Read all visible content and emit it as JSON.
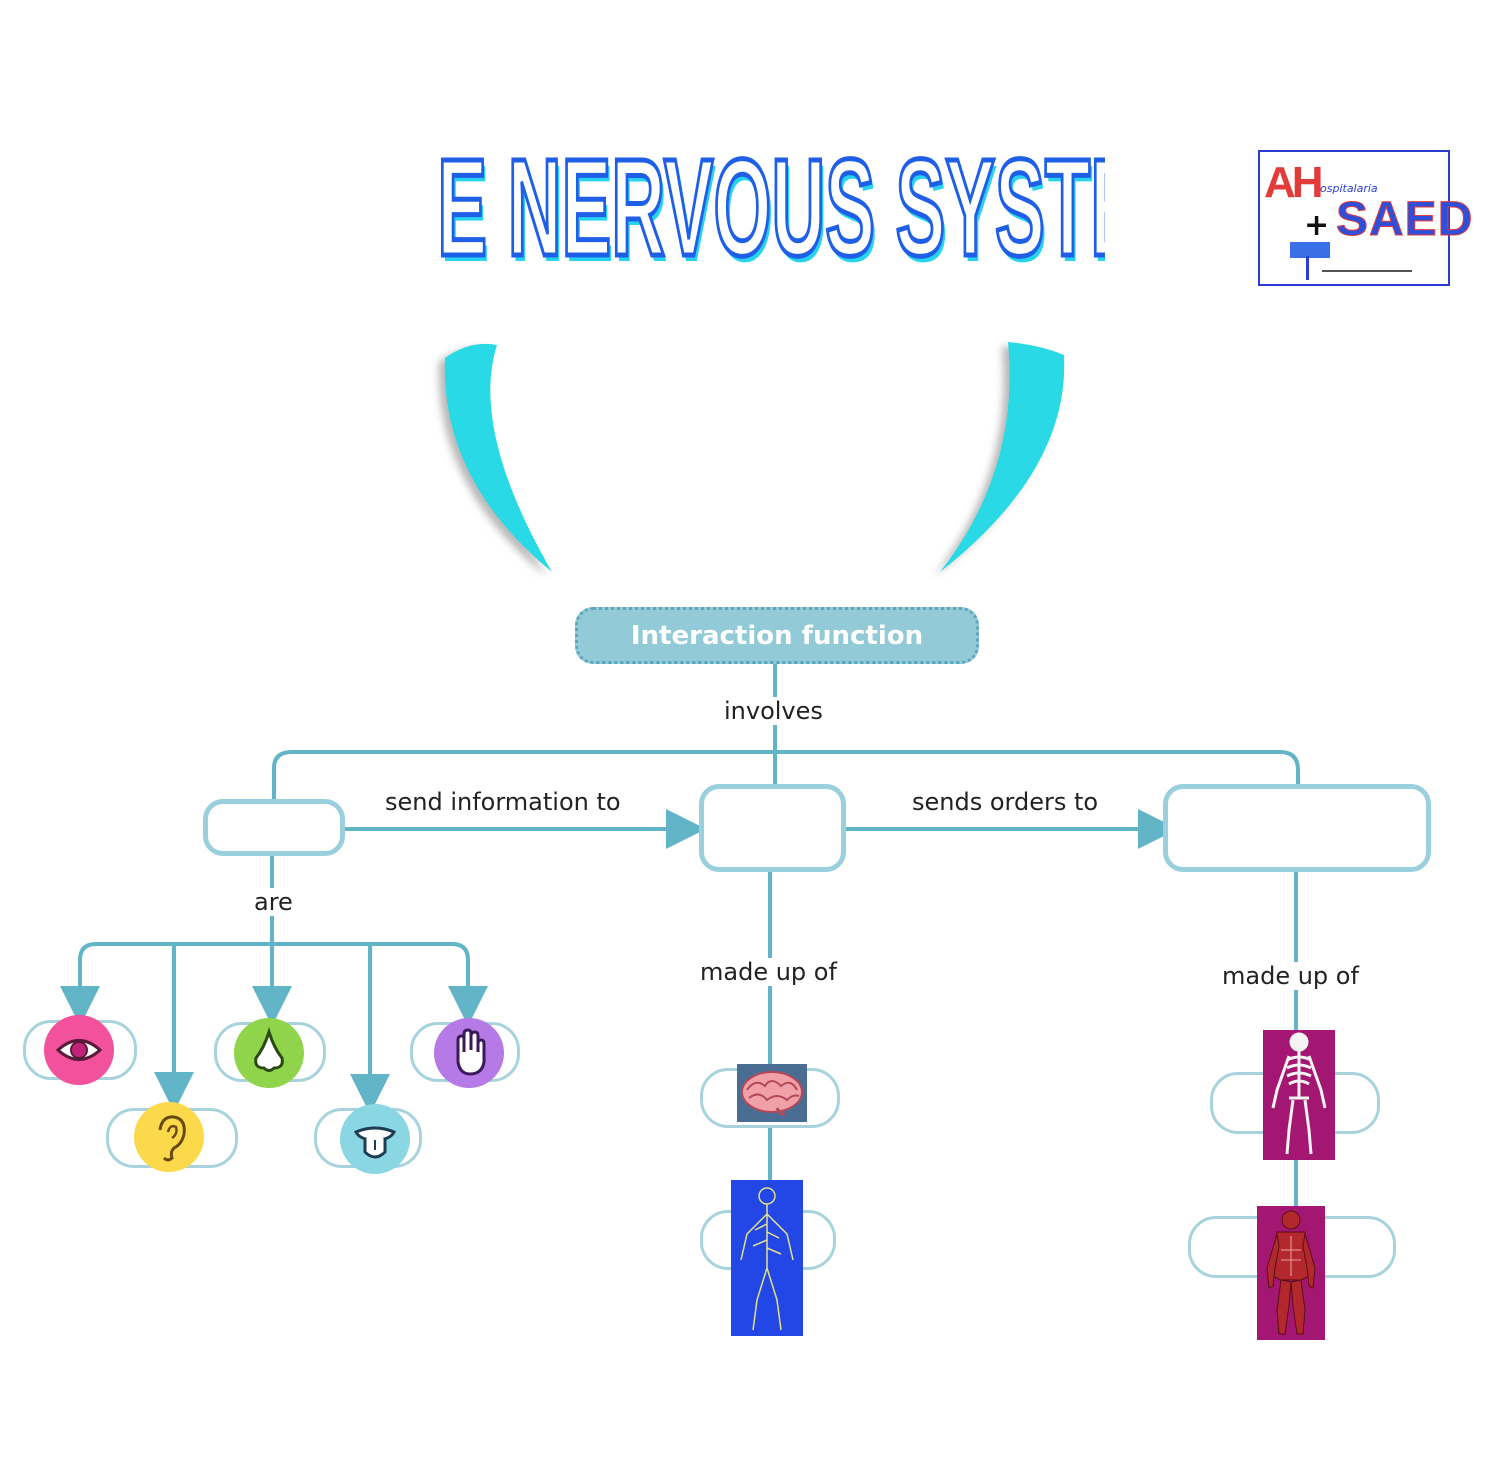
{
  "title": "THE NERVOUS SYSTEM",
  "logo": {
    "mark": "AH",
    "plus": "+",
    "brand": "SAED",
    "small": "ospitalaria"
  },
  "diagram": {
    "root": "Interaction function",
    "links": {
      "involves": "involves",
      "send_information_to": "send information to",
      "sends_orders_to": "sends orders to",
      "are": "are",
      "made_up_of_center": "made up of",
      "made_up_of_right": "made up of"
    },
    "senses": [
      "eye-icon",
      "ear-icon",
      "nose-icon",
      "tongue-icon",
      "hand-icon"
    ],
    "colors": {
      "line": "#62b4c7",
      "bracket": "#2ad9e6",
      "eye": "#f2519b",
      "ear": "#fbd94a",
      "nose": "#8fd44a",
      "tongue": "#8ad6e3",
      "hand": "#b57ae6",
      "skeleton_bg": "#a31772",
      "nerves_bg": "#2347e6"
    }
  }
}
